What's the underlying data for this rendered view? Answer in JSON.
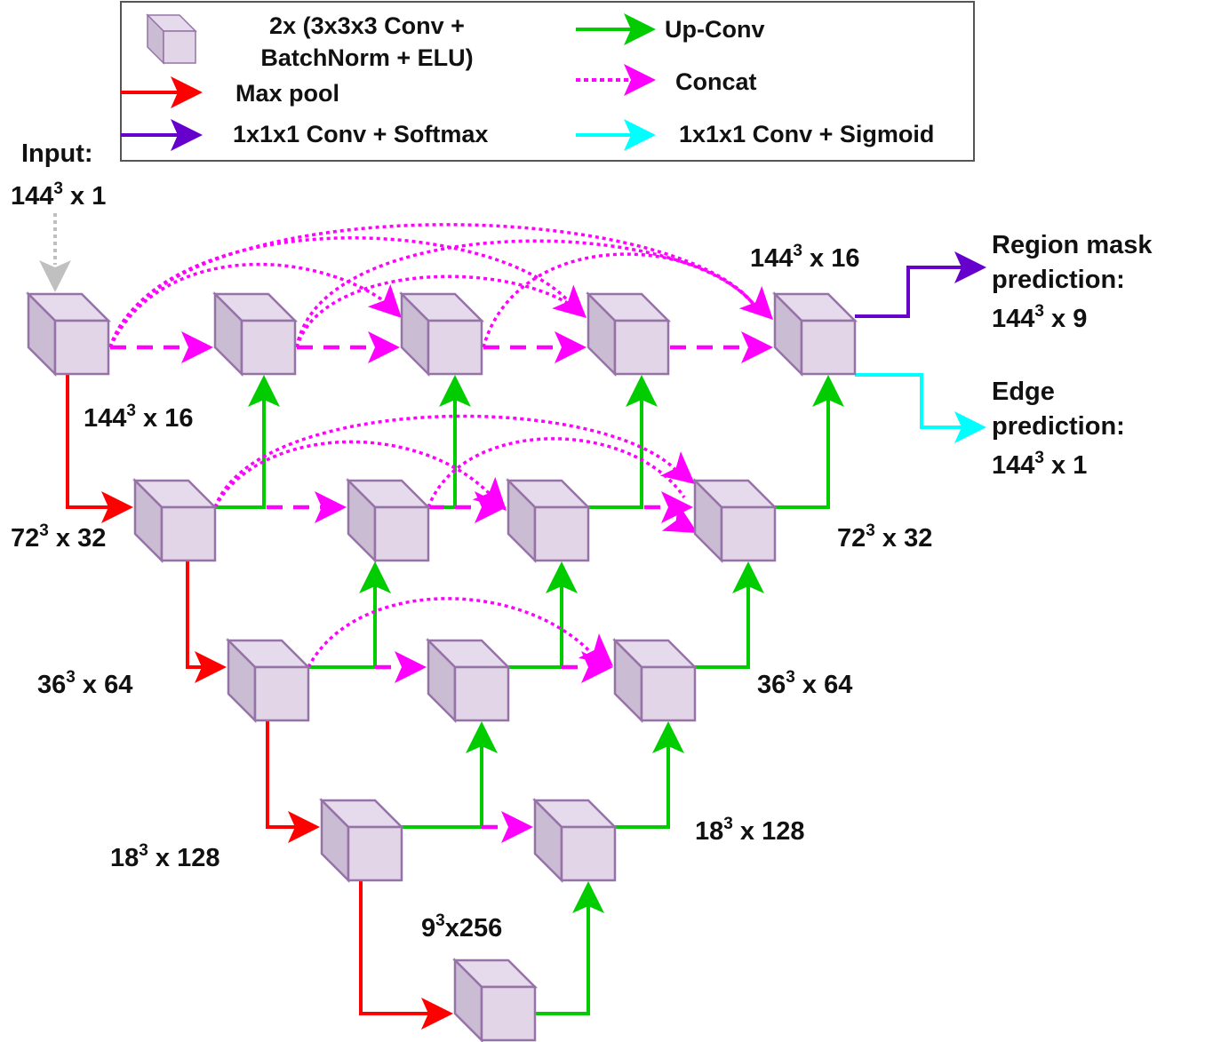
{
  "legend": {
    "block_line1": "2x (3x3x3 Conv +",
    "block_line2": "BatchNorm + ELU)",
    "max_pool": "Max pool",
    "softmax": "1x1x1 Conv + Softmax",
    "up_conv": "Up-Conv",
    "concat": "Concat",
    "sigmoid": "1x1x1 Conv + Sigmoid"
  },
  "input": {
    "title": "Input:",
    "base": "144",
    "exp": "3",
    "rest": " x 1"
  },
  "dims": {
    "l0_enc": {
      "base": "144",
      "exp": "3",
      "rest": " x 16"
    },
    "l0_dec": {
      "base": "144",
      "exp": "3",
      "rest": " x 16"
    },
    "l1_enc": {
      "base": "72",
      "exp": "3",
      "rest": " x 32"
    },
    "l1_dec": {
      "base": "72",
      "exp": "3",
      "rest": " x 32"
    },
    "l2_enc": {
      "base": "36",
      "exp": "3",
      "rest": " x 64"
    },
    "l2_dec": {
      "base": "36",
      "exp": "3",
      "rest": " x 64"
    },
    "l3_enc": {
      "base": "18",
      "exp": "3",
      "rest": " x 128"
    },
    "l3_dec": {
      "base": "18",
      "exp": "3",
      "rest": " x 128"
    },
    "l4": {
      "base": "9",
      "exp": "3",
      "rest": "x256"
    }
  },
  "outputs": {
    "region": {
      "line1": "Region mask",
      "line2": "prediction:",
      "base": "144",
      "exp": "3",
      "rest": " x 9"
    },
    "edge": {
      "line1": "Edge",
      "line2": "prediction:",
      "base": "144",
      "exp": "3",
      "rest": " x 1"
    }
  },
  "colors": {
    "block_fill": "#e1d5e7",
    "block_side": "#c5b7ce",
    "block_stroke": "#9673a6",
    "max_pool": "#ff0000",
    "up_conv": "#00cc00",
    "concat": "#ff00ff",
    "softmax": "#6600cc",
    "sigmoid": "#00ffff",
    "input_arrow": "#c0c0c0"
  }
}
